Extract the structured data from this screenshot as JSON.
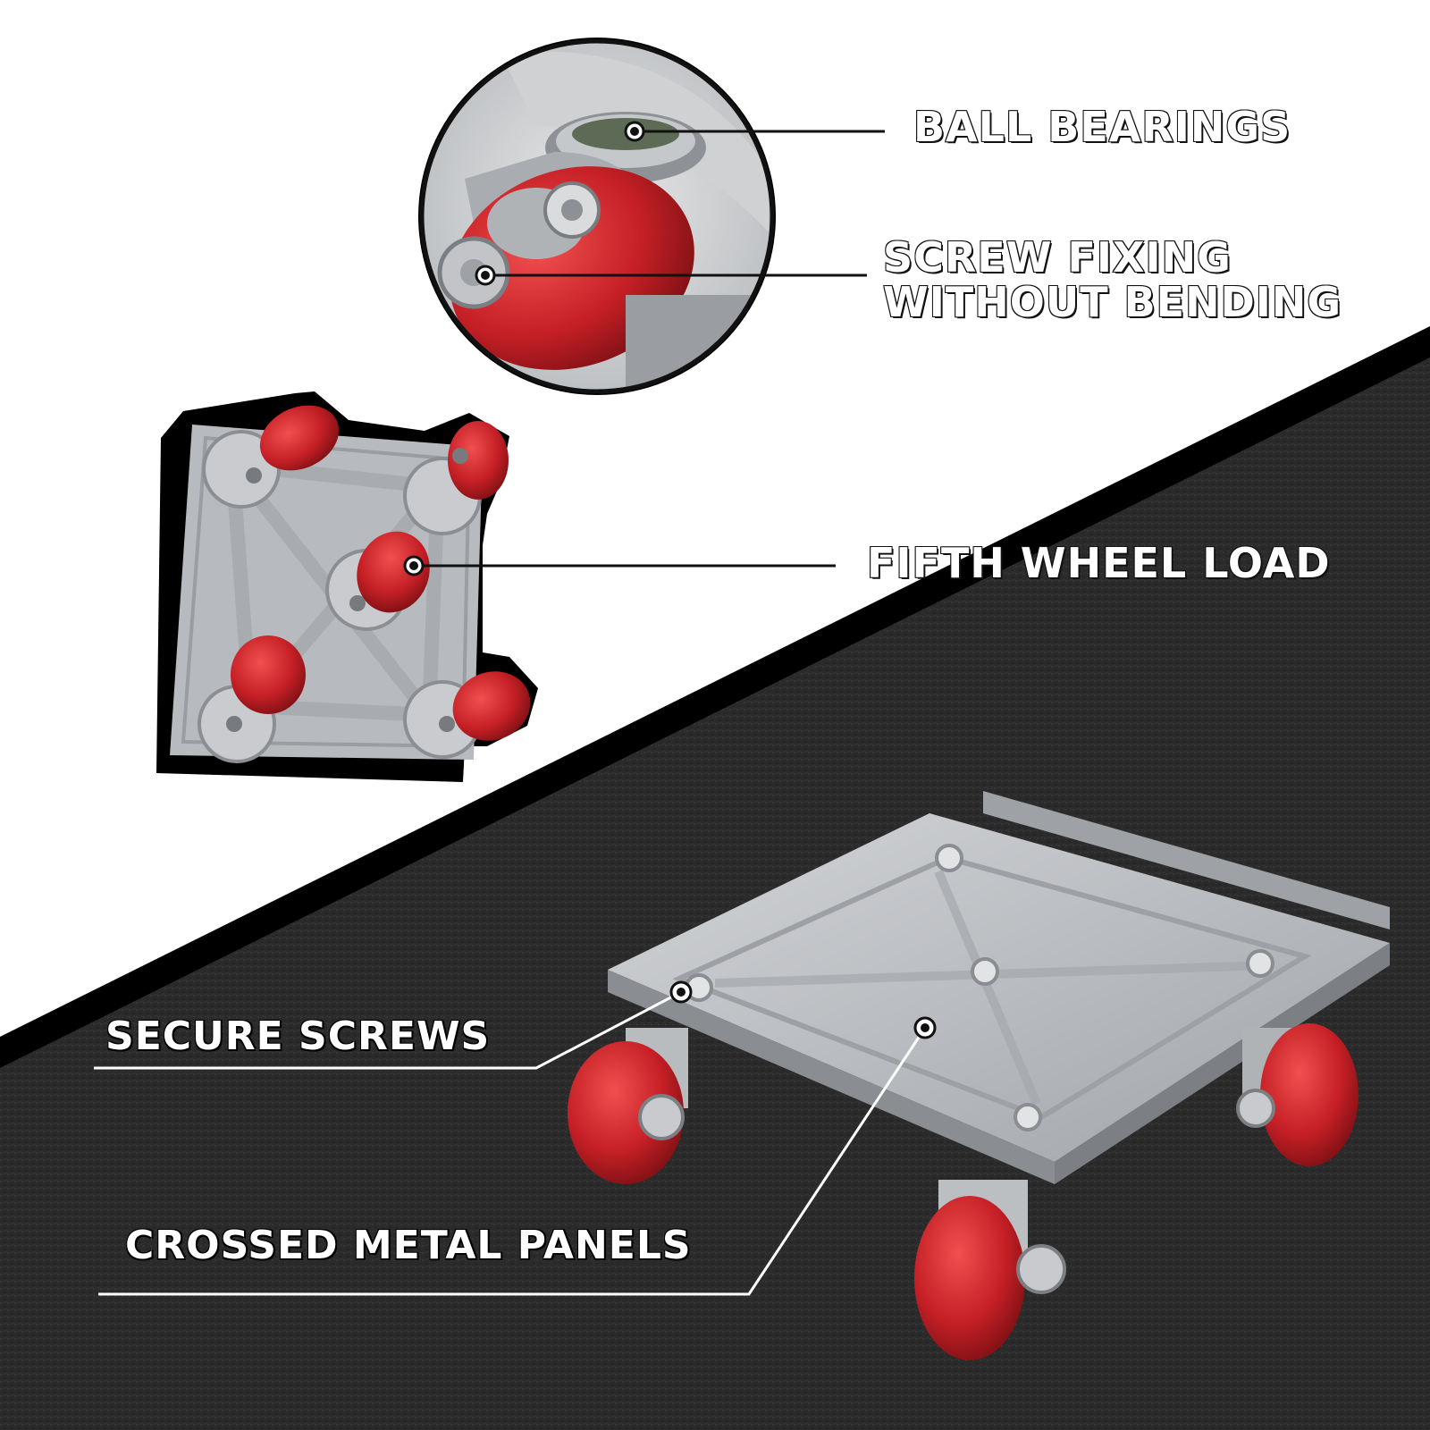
{
  "callouts": {
    "ball_bearings": "BALL BEARINGS",
    "screw_fixing_line1": "SCREW FIXING",
    "screw_fixing_line2": "WITHOUT BENDING",
    "fifth_wheel": "FIFTH WHEEL LOAD",
    "secure_screws": "SECURE SCREWS",
    "crossed_panels": "CROSSED METAL PANELS"
  },
  "colors": {
    "wheel_red": "#c8282e",
    "metal_gray": "#b9bcc0",
    "background_dark": "#2a2a2a",
    "background_light": "#ffffff"
  }
}
